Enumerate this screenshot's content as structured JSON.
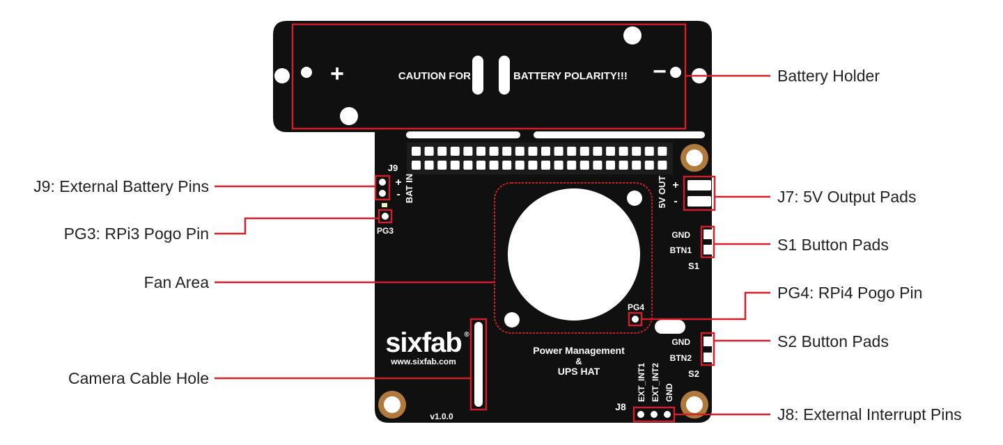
{
  "colors": {
    "board": "#101010",
    "highlight": "#d11f2a",
    "label_text": "#222222",
    "silk": "#ffffff",
    "copper": "#b07a3c"
  },
  "board": {
    "caution_left": "CAUTION FOR",
    "caution_right": "BATTERY POLARITY!!!",
    "plus_symbol": "+",
    "minus_symbol": "−",
    "j9_label": "J9",
    "bat_in_label": "BAT IN",
    "j9_plus": "+",
    "j9_minus": "-",
    "pg3_label": "PG3",
    "pg4_label": "PG4",
    "out5v_label": "5V OUT",
    "out_plus": "+",
    "out_minus": "-",
    "s1_gnd": "GND",
    "s1_btn": "BTN1",
    "s1_label": "S1",
    "s2_gnd": "GND",
    "s2_btn": "BTN2",
    "s2_label": "S2",
    "brand": "sixfab",
    "brand_reg": "®",
    "website": "www.sixfab.com",
    "product_line1": "Power Management",
    "product_line2": "&",
    "product_line3": "UPS HAT",
    "version": "v1.0.0",
    "j8_label": "J8",
    "j8_pin1": "EXT_INT1",
    "j8_pin2": "EXT_INT2",
    "j8_pin3": "GND"
  },
  "callouts": {
    "battery_holder": "Battery Holder",
    "j9": "J9: External Battery Pins",
    "j7": "J7: 5V Output Pads",
    "pg3": "PG3: RPi3 Pogo Pin",
    "s1": "S1 Button Pads",
    "fan": "Fan Area",
    "pg4": "PG4: RPi4 Pogo Pin",
    "s2": "S2 Button Pads",
    "camera": "Camera Cable Hole",
    "j8": "J8: External Interrupt Pins"
  }
}
